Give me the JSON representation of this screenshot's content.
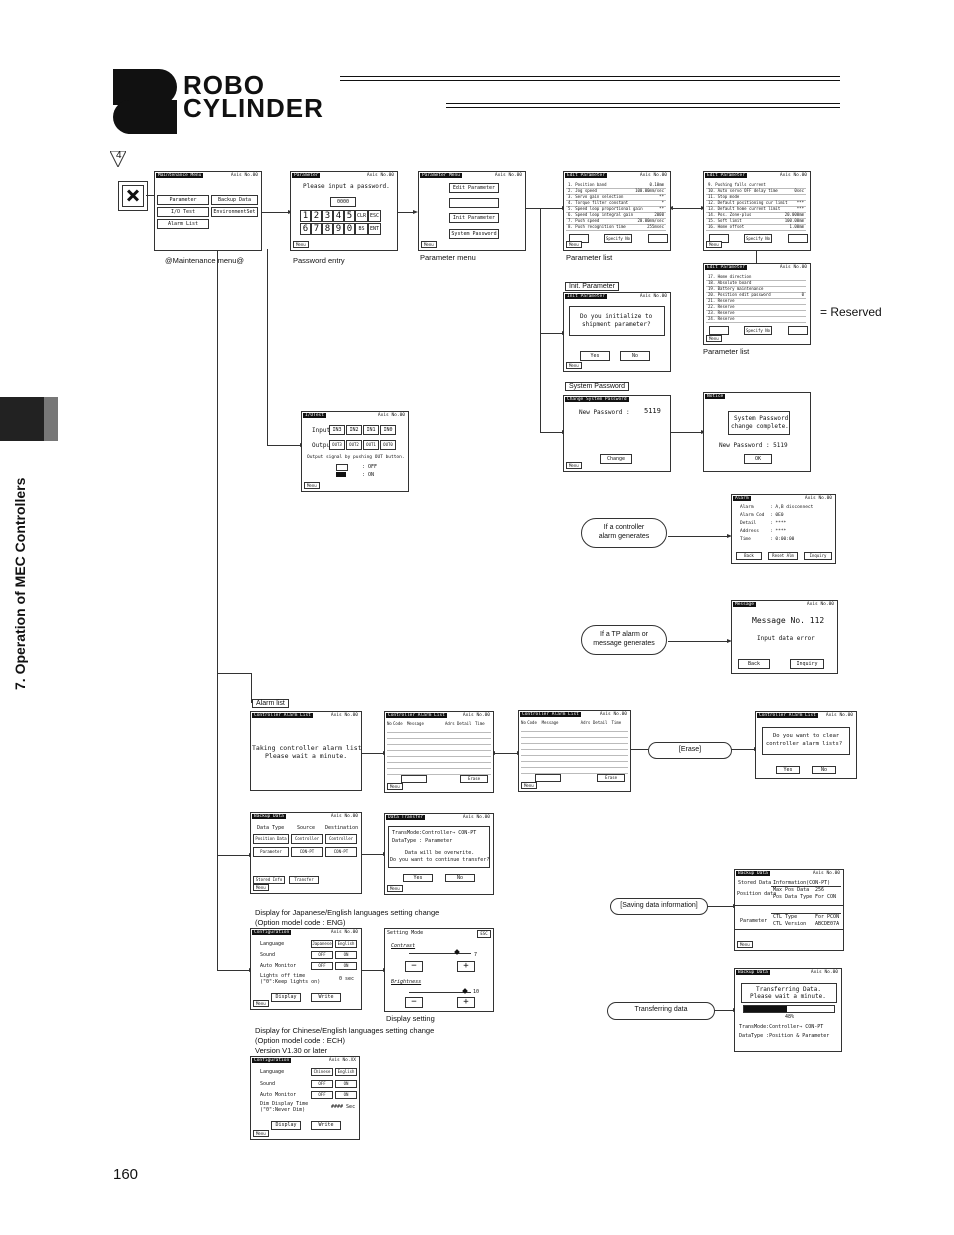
{
  "header": {
    "logo_top": "ROBO",
    "logo_bottom": "CYLINDER"
  },
  "side_title": "7. Operation of MEC Controllers",
  "page_number": "160",
  "step_marker": "4",
  "reserved_label": "= Reserved",
  "captions": {
    "maintenance_menu": "@Maintenance menu@",
    "password_entry": "Password entry",
    "parameter_menu": "Parameter menu",
    "parameter_list_1": "Parameter list",
    "parameter_list_2": "Parameter list",
    "display_setting": "Display setting",
    "jp_en_1": "Display for Japanese/English languages setting change",
    "jp_en_2": "(Option model code : ENG)",
    "cn_en_1": "Display for Chinese/English languages setting change",
    "cn_en_2": "(Option model code : ECH)",
    "cn_en_3": "Version V1.30 or later"
  },
  "section_labels": {
    "init_parameter": "Init. Parameter",
    "system_password": "System Password",
    "alarm_list": "Alarm list",
    "erase": "[Erase]",
    "saving_data": "[Saving data information]",
    "transferring_data": "Transferring data",
    "controller_alarm": [
      "If a controller",
      "alarm generates"
    ],
    "tp_alarm": [
      "If a TP alarm or",
      "message generates"
    ]
  },
  "screens": {
    "axis": "Axis No.00",
    "menu_btn": "Menu",
    "maintenance": {
      "title": "Maintenance Menu",
      "buttons": [
        "Parameter",
        "Backup Data",
        "I/O Test",
        "EnvironmentSet",
        "Alarm List"
      ]
    },
    "password": {
      "title": "Parameter",
      "prompt": "Please input a password.",
      "field": "0000",
      "keys": [
        "1",
        "2",
        "3",
        "4",
        "5",
        "6",
        "7",
        "8",
        "9",
        "0"
      ],
      "fn": [
        "CLR",
        "ESC",
        "BS",
        "ENT"
      ]
    },
    "param_menu": {
      "title": "Parameter Menu",
      "buttons": [
        "Edit Parameter",
        "Init Parameter",
        "System Password"
      ]
    },
    "edit_param_1": {
      "title": "Edit Parameter",
      "rows": [
        [
          "1. Position band",
          "0.10mm"
        ],
        [
          "2. Jog speed",
          "100.00mm/sec"
        ],
        [
          "3. Servo gain selection",
          "**"
        ],
        [
          "4. Torque filter constant",
          "*"
        ],
        [
          "5. Speed loop proportional gain",
          "**"
        ],
        [
          "6. Speed loop integral gain",
          "2000"
        ],
        [
          "7. Push speed",
          "20.00mm/sec"
        ],
        [
          "8. Push recognition time",
          "255msec"
        ]
      ],
      "specify": "Specify No"
    },
    "edit_param_2": {
      "title": "Edit Parameter",
      "rows": [
        [
          "9. Pushing falls current",
          ""
        ],
        [
          "10. Auto servo OFF delay time",
          "0sec"
        ],
        [
          "11. Stop mode",
          ""
        ],
        [
          "12. Default positioning cur limit",
          "***"
        ],
        [
          "13. Default home current limit",
          "***"
        ],
        [
          "14. Pos. Zone-plus",
          "20.000mm"
        ],
        [
          "15. Soft limit",
          "100.00mm"
        ],
        [
          "16. Home offset",
          "1.00mm"
        ]
      ],
      "specify": "Specify No"
    },
    "edit_param_3": {
      "title": "Edit Parameter",
      "rows": [
        [
          "17. Home direction",
          ""
        ],
        [
          "18. Absolute board",
          ""
        ],
        [
          "19. Battery maintenance",
          ""
        ],
        [
          "20. Position edit password",
          "0"
        ],
        [
          "21. Reserve",
          ""
        ],
        [
          "22. Reserve",
          ""
        ],
        [
          "23. Reserve",
          ""
        ],
        [
          "24. Reserve",
          ""
        ]
      ],
      "specify": "Specify No"
    },
    "init_param": {
      "title": "Init Parameter",
      "message": [
        "Do you initialize to",
        "shipment parameter?"
      ],
      "yes": "Yes",
      "no": "No"
    },
    "sys_pw": {
      "title": "Change System Password",
      "label": "New Password :",
      "value": "5119",
      "button": "Change"
    },
    "sys_pw_done": {
      "title": "Notice",
      "message": [
        "System Password",
        "change complete."
      ],
      "new": "New Password : 5119",
      "ok": "OK"
    },
    "io_test": {
      "title": "I/OTest",
      "input_label": "Input",
      "inputs": [
        "IN3",
        "IN2",
        "IN1",
        "IN0"
      ],
      "output_label": "Output",
      "outputs": [
        "OUT3",
        "OUT2",
        "OUT1",
        "OUT0"
      ],
      "note": "Output signal by pushing OUT button.",
      "off": ": OFF",
      "on": ": ON"
    },
    "alarm": {
      "title": "Alarm",
      "rows": [
        [
          "Alarm",
          ": A,B disconnect"
        ],
        [
          "Alarm Cod",
          ": 0E0"
        ],
        [
          "Detail",
          ": ****"
        ],
        [
          "Address",
          ": ****"
        ],
        [
          "Time",
          ": 0:00:00"
        ]
      ],
      "buttons": [
        "Back",
        "Reset Alm",
        "Inquiry"
      ]
    },
    "message": {
      "title": "Message",
      "headline": "Message No. 112",
      "body": "Input data error",
      "buttons": [
        "Back",
        "Inquiry"
      ]
    },
    "ctrl_alarm_wait": {
      "title": "Controller Alarm List",
      "message": [
        "Taking controller alarm list.",
        "Please wait a minute."
      ]
    },
    "ctrl_alarm_list": {
      "title": "Controller Alarm List",
      "cols": [
        "No",
        "Code",
        "Message",
        "Adrs",
        "Detail",
        "Time"
      ],
      "erase": "Erase"
    },
    "clear_confirm": {
      "title": "Controller Alarm List",
      "message": [
        "Do you want to clear",
        "controller alarm lists?"
      ],
      "yes": "Yes",
      "no": "No"
    },
    "backup": {
      "title": "Backup Data",
      "cols": [
        "Data Type",
        "Source",
        "Destination"
      ],
      "r1": [
        "Position Data",
        "Controller",
        "Controller"
      ],
      "r2": [
        "Parameter",
        "CON-PT",
        "CON-PT"
      ],
      "buttons": [
        "Stored Info",
        "Transfer"
      ]
    },
    "transfer_confirm": {
      "title": "Data Transfer",
      "lines": [
        "TransMode:Controller⇒ CON-PT",
        "DataType : Parameter",
        "Data will be overwrite.",
        "Do you want to continue transfer?"
      ],
      "yes": "Yes",
      "no": "No"
    },
    "stored_info": {
      "title": "Backup Data",
      "header": "Information(CON-PT)",
      "stored": "Stored Data",
      "pos": "Position data",
      "pos_rows": [
        [
          "Max Pos Data",
          "256"
        ],
        [
          "Pos Data Type",
          "For CON"
        ]
      ],
      "param": "Parameter",
      "param_rows": [
        [
          "CTL Type",
          "For PCON"
        ],
        [
          "CTL Version",
          "ABCDE07A"
        ]
      ]
    },
    "transferring": {
      "title": "Backup Data",
      "message": [
        "Transferring Data.",
        "Please wait a minute."
      ],
      "pct": "48%",
      "lines": [
        "TransMode:Controller⇒ CON-PT",
        "DataType :Position & Parameter"
      ]
    },
    "config_eng": {
      "title": "Configuration",
      "rows": [
        "Language",
        "Sound",
        "Auto Monitor",
        "Lights off time"
      ],
      "lang": [
        "Japanese",
        "English"
      ],
      "offon": [
        "OFF",
        "ON"
      ],
      "sub": "(\"0\":Keep lights on)",
      "lights_val": "0 sec",
      "buttons": [
        "Display",
        "Write"
      ]
    },
    "display_setting": {
      "title": "Setting Mode",
      "esc": "ESC",
      "contrast": "Contrast",
      "brightness": "Brightness",
      "c_val": "7",
      "b_val": "10",
      "minus": "−",
      "plus": "+"
    },
    "config_ech": {
      "title": "Configuration",
      "axis": "Axis No.XX",
      "rows": [
        "Language",
        "Sound",
        "Auto Monitor",
        "Dim Display Time"
      ],
      "lang": [
        "Chinese",
        "English"
      ],
      "offon": [
        "OFF",
        "ON"
      ],
      "sub": "(\"0\":Never Dim)",
      "dim_val": "#### Sec",
      "buttons": [
        "Display",
        "Write"
      ]
    }
  }
}
